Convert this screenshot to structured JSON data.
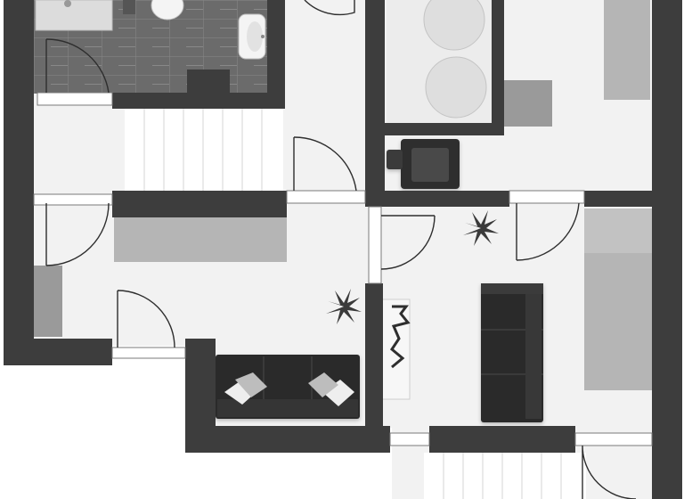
{
  "floorplan": {
    "render_style": "grayscale-3d",
    "colors": {
      "wall": "#3d3d3d",
      "floor": "#f2f2f2",
      "tile": "#6b6b6b",
      "grout": "#888888",
      "stair": "#ffffff",
      "stair_line": "#d6d6d6",
      "furniture_light": "#b5b5b5",
      "furniture_mid": "#9a9a9a",
      "sofa": "#2b2b2b",
      "plant": "#3a3a3a",
      "door_line": "#2e2e2e",
      "window_line": "#7a7a7a"
    },
    "rooms": [
      {
        "name": "bathroom"
      },
      {
        "name": "upper-hall"
      },
      {
        "name": "storage-room"
      },
      {
        "name": "lower-hall"
      },
      {
        "name": "lounge-corner"
      },
      {
        "name": "bedroom"
      },
      {
        "name": "living-room"
      }
    ],
    "furniture_icons": [
      "toilet-icon",
      "sink-icon",
      "shower-icon",
      "armchair-icon",
      "potted-plant-icon",
      "sofa-icon",
      "tv-console-icon",
      "bed-icon",
      "staircase-icon"
    ]
  }
}
